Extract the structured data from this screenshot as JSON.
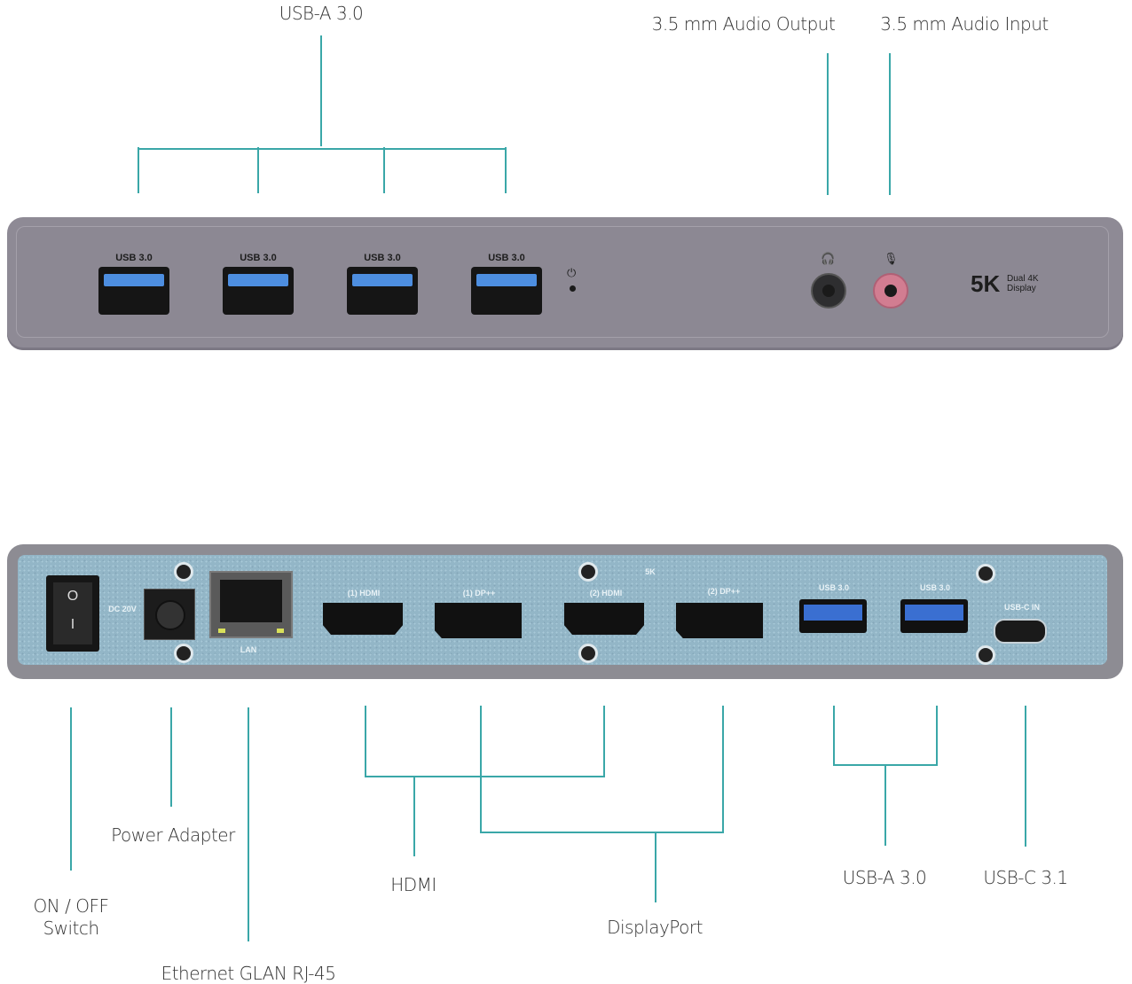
{
  "title": "Docking station port layout",
  "front_panel": {
    "callouts": {
      "usb_a": "USB-A 3.0",
      "audio_output": "3.5 mm Audio Output",
      "audio_input": "3.5 mm Audio Input"
    },
    "usb_port_labels": [
      "USB 3.0",
      "USB 3.0",
      "USB 3.0",
      "USB 3.0"
    ],
    "icons": [
      "power-icon",
      "headphones-icon",
      "microphone-icon"
    ],
    "badge": {
      "big": "5K",
      "line1": "Dual 4K",
      "line2": "Display"
    }
  },
  "back_panel": {
    "port_labels": {
      "dc": "DC 20V",
      "lan": "LAN",
      "hdmi1": "(1) HDMI",
      "dp1": "(1) DP++",
      "hdmi2": "(2) HDMI",
      "dp2": "(2) DP++",
      "five_k": "5K",
      "usb1": "USB 3.0",
      "usb2": "USB 3.0",
      "usbc": "USB-C IN"
    },
    "switch": {
      "on": "O",
      "off": "I"
    },
    "callouts": {
      "switch_line1": "ON / OFF",
      "switch_line2": "Switch",
      "power": "Power Adapter",
      "ethernet": "Ethernet GLAN RJ-45",
      "hdmi": "HDMI",
      "displayport": "DisplayPort",
      "usb_a": "USB-A 3.0",
      "usb_c": "USB-C 3.1"
    }
  },
  "colors": {
    "callout_line": "#3aa7a8",
    "front_body": "#8c8893",
    "back_face": "#93b6c7",
    "usb_blue": "#4d8ee0"
  }
}
